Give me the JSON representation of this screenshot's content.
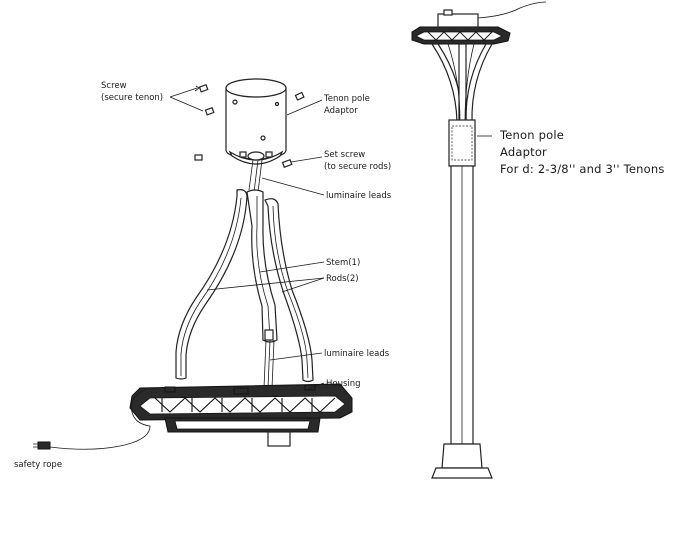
{
  "labels": {
    "screw_line1": "Screw",
    "screw_line2": "(secure tenon)",
    "tenon_adaptor_line1": "Tenon pole",
    "tenon_adaptor_line2": "Adaptor",
    "set_screw_line1": "Set screw",
    "set_screw_line2": "(to secure rods)",
    "luminaire_leads_top": "luminaire leads",
    "stem": "Stem(1)",
    "rods": "Rods(2)",
    "luminaire_leads_bottom": "luminaire leads",
    "housing": "Housing",
    "safety_rope": "safety rope",
    "right_tenon_line1": "Tenon pole",
    "right_tenon_line2": "Adaptor",
    "right_tenon_line3": "For d: 2-3/8'' and 3'' Tenons"
  }
}
